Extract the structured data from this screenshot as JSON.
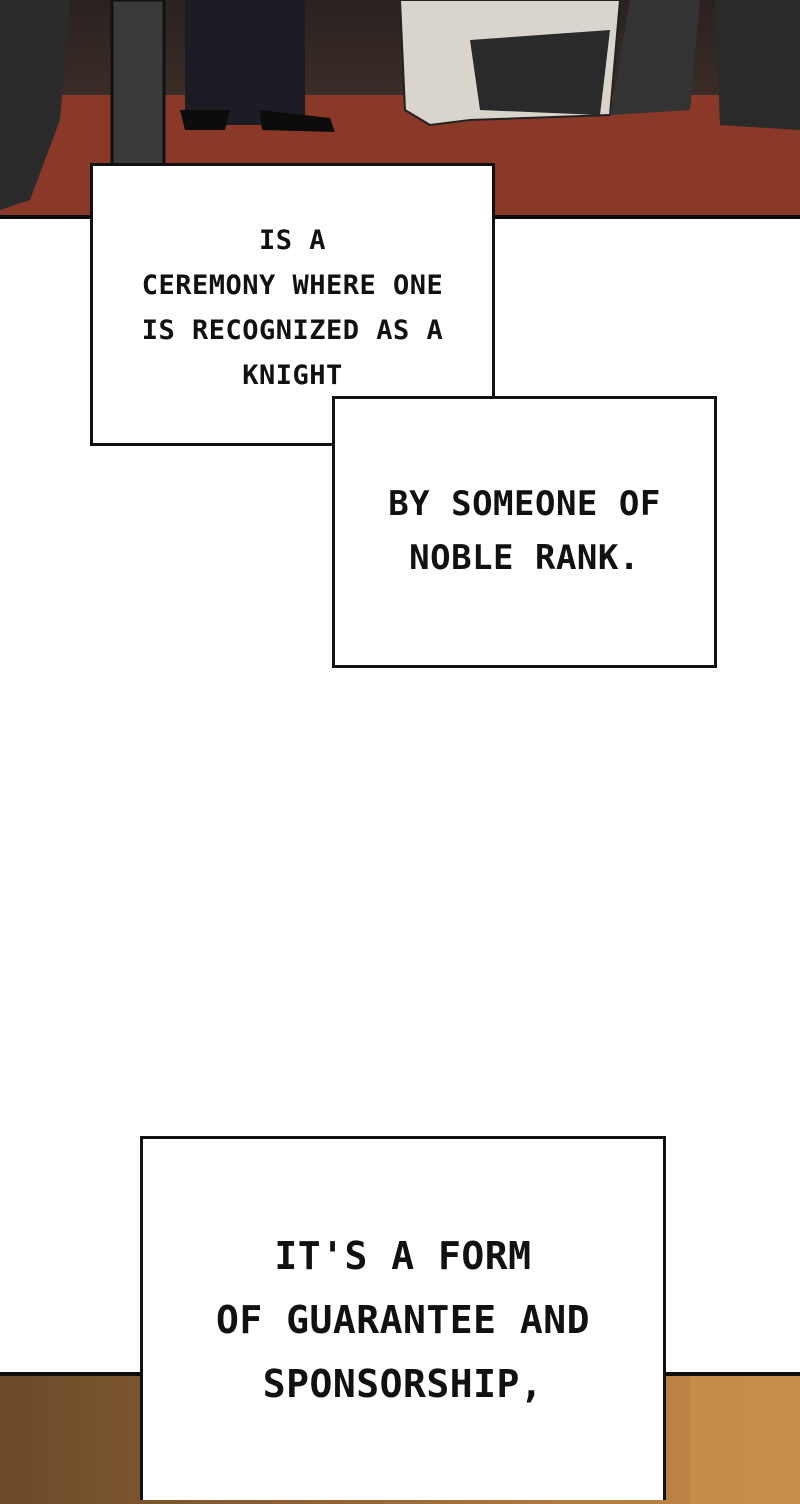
{
  "panels": {
    "top": {
      "description_icon": "knighting-ceremony-scene",
      "floor_color": "#8d3a2a",
      "shadow_color": "#2a2220"
    },
    "bottom": {
      "description_icon": "wooden-interior-scene",
      "wall_color": "#b07a40"
    }
  },
  "captions": [
    {
      "lines": [
        "IS A",
        "CEREMONY WHERE ONE",
        "IS RECOGNIZED AS A",
        "KNIGHT"
      ]
    },
    {
      "lines": [
        "BY SOMEONE OF",
        "NOBLE RANK."
      ]
    },
    {
      "lines": [
        "IT'S A FORM",
        "OF GUARANTEE AND",
        "SPONSORSHIP,"
      ]
    }
  ]
}
